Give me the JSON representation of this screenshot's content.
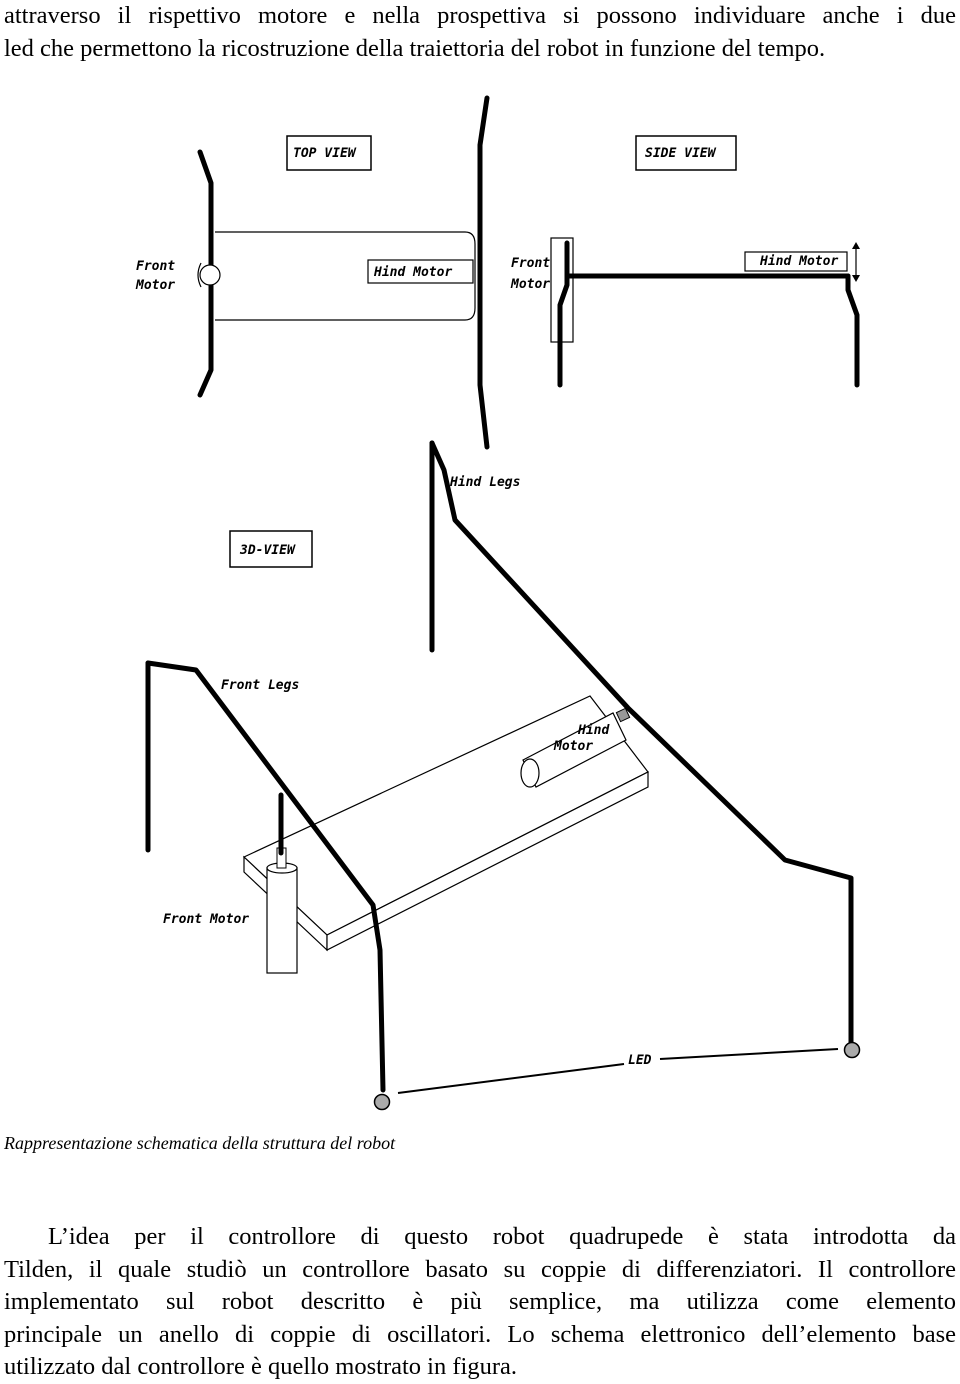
{
  "intro": {
    "line1": "attraverso il rispettivo motore e nella prospettiva si possono individuare anche i due",
    "line2": "led che permettono la ricostruzione della traiettoria del robot in funzione del tempo."
  },
  "figure": {
    "labels": {
      "top_view": "TOP VIEW",
      "side_view": "SIDE VIEW",
      "front": "Front",
      "motor": "Motor",
      "hind_motor": "Hind Motor",
      "hind": "Hind",
      "hind_legs": "Hind Legs",
      "view_3d": "3D-VIEW",
      "front_legs": "Front Legs",
      "front_motor": "Front  Motor",
      "led": "LED"
    }
  },
  "caption": "Rappresentazione schematica della struttura del robot",
  "body": {
    "line1": "L’idea per il controllore di questo robot quadrupede è stata introdotta da",
    "line2": "Tilden, il quale studiò un controllore basato su coppie di differenziatori. Il controllore",
    "line3": "implementato sul robot descritto è più semplice, ma utilizza come elemento",
    "line4": "principale un anello di coppie di oscillatori. Lo schema elettronico dell’elemento base",
    "line5": "utilizzato dal controllore è quello mostrato in figura."
  }
}
